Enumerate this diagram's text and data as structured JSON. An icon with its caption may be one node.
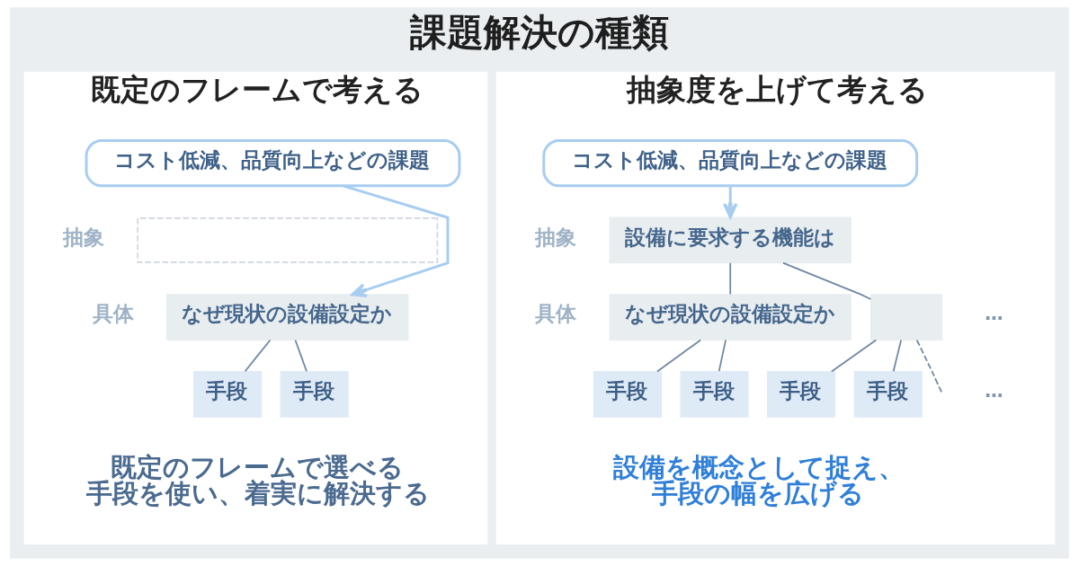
{
  "diagram": {
    "title": "課題解決の種類",
    "nodes": [
      {
        "text": [
          "既定のフレームで考える",
          "既定のフレームで選べる手段を使い、着実に解決する"
        ]
      },
      {
        "text": [
          "コスト低減、品質向上などの課題"
        ],
        "in": 0
      },
      {
        "text": [],
        "shape": "box",
        "in": 0
      },
      {
        "text": [
          "なぜ現状の設備設定か"
        ],
        "in": 0
      },
      {
        "text": [
          "手段"
        ],
        "in": 0
      },
      {
        "text": [
          "手段"
        ],
        "in": 0
      },
      {
        "text": [
          "抽象度を上げて考える",
          "設備を概念として捉え、手段の幅を広げる"
        ]
      },
      {
        "text": [
          "コスト低減、品質向上などの課題"
        ],
        "in": 6
      },
      {
        "text": [
          "設備に要求する機能は"
        ],
        "in": 6
      },
      {
        "text": [
          "なぜ現状の設備設定か"
        ],
        "in": 6
      },
      {
        "text": [],
        "shape": "box",
        "in": 6
      },
      {
        "text": [
          "手段"
        ],
        "in": 6
      },
      {
        "text": [
          "手段"
        ],
        "in": 6
      },
      {
        "text": [
          "手段"
        ],
        "in": 6
      },
      {
        "text": [
          "手段"
        ],
        "in": 6
      }
    ],
    "edges": [
      {
        "from": 1,
        "to": 3,
        "arrow": "to",
        "color": "#a8cdef"
      },
      {
        "from": 3,
        "to": 4,
        "arrow": "none"
      },
      {
        "from": 3,
        "to": 5,
        "arrow": "none"
      },
      {
        "from": 7,
        "to": 8,
        "arrow": "to",
        "color": "#a8cdef"
      },
      {
        "from": 8,
        "to": 9,
        "arrow": "none"
      },
      {
        "from": 8,
        "to": 10,
        "arrow": "none"
      },
      {
        "from": 9,
        "to": 11,
        "arrow": "none"
      },
      {
        "from": 9,
        "to": 12,
        "arrow": "none"
      },
      {
        "from": 10,
        "to": 13,
        "arrow": "none"
      },
      {
        "from": 10,
        "to": 14,
        "arrow": "none"
      },
      {
        "from": 10,
        "to": null,
        "arrow": "none",
        "style": "dashed"
      }
    ],
    "labels": [
      "抽象",
      "具体",
      "抽象",
      "具体",
      "…",
      "…"
    ]
  }
}
